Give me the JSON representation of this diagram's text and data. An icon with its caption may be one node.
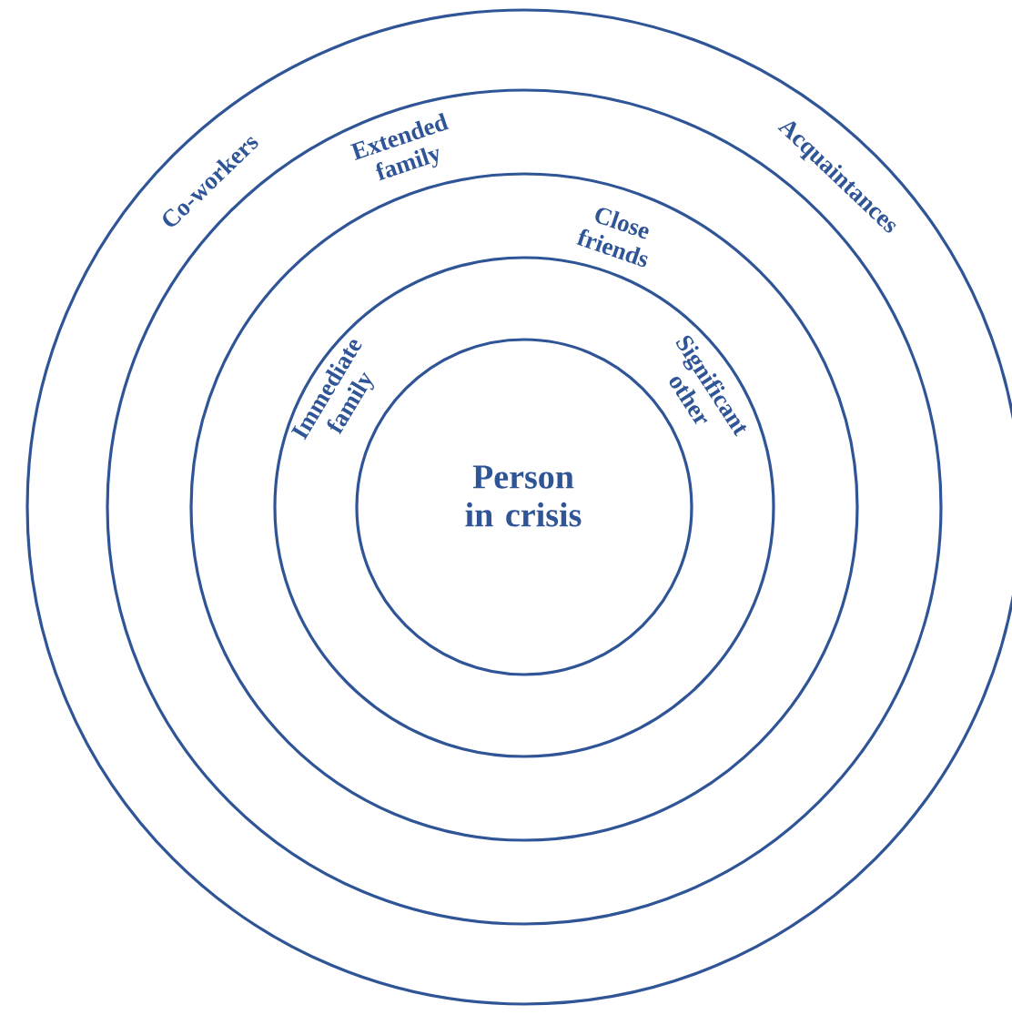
{
  "diagram": {
    "nodes": [
      {
        "text": [
          "Co-workers",
          "Acquaintances"
        ]
      },
      {
        "text": [
          "Extended family"
        ],
        "in": 0
      },
      {
        "text": [
          "Close friends"
        ],
        "in": 1
      },
      {
        "text": [
          "Immediate family",
          "Significant other"
        ],
        "in": 2
      },
      {
        "text": [
          "Person in crisis"
        ],
        "in": 3
      }
    ]
  }
}
